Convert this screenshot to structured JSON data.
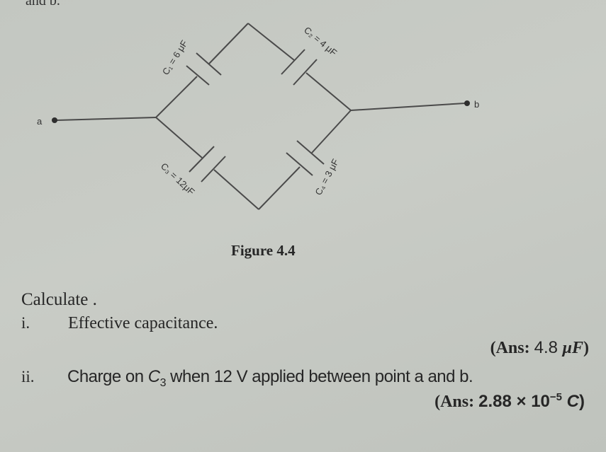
{
  "top_fragment": "and b.",
  "figure": {
    "caption": "Figure 4.4",
    "node_a": "a",
    "node_b": "b",
    "capacitors": [
      {
        "id": "C1",
        "label": "C₁ = 6 μF",
        "value_uF": 6
      },
      {
        "id": "C2",
        "label": "C₂ = 4 μF",
        "value_uF": 4
      },
      {
        "id": "C3",
        "label": "C₃ = 12μF",
        "value_uF": 12
      },
      {
        "id": "C4",
        "label": "C₄ = 3 μF",
        "value_uF": 3
      }
    ]
  },
  "question": {
    "intro": "Calculate .",
    "items": [
      {
        "num": "i.",
        "text": "Effective capacitance.",
        "answer_prefix": "(Ans: ",
        "answer_value": "4.8 ",
        "answer_unit": "μF",
        "answer_suffix": ")"
      },
      {
        "num": "ii.",
        "text_pre": "Charge on ",
        "text_var": "C",
        "text_sub": "3",
        "text_post": " when 12 V applied between point a and b.",
        "answer_prefix": "(Ans: ",
        "answer_value": "2.88 × 10",
        "answer_exp": "−5",
        "answer_unit": " C",
        "answer_suffix": ")"
      }
    ]
  }
}
